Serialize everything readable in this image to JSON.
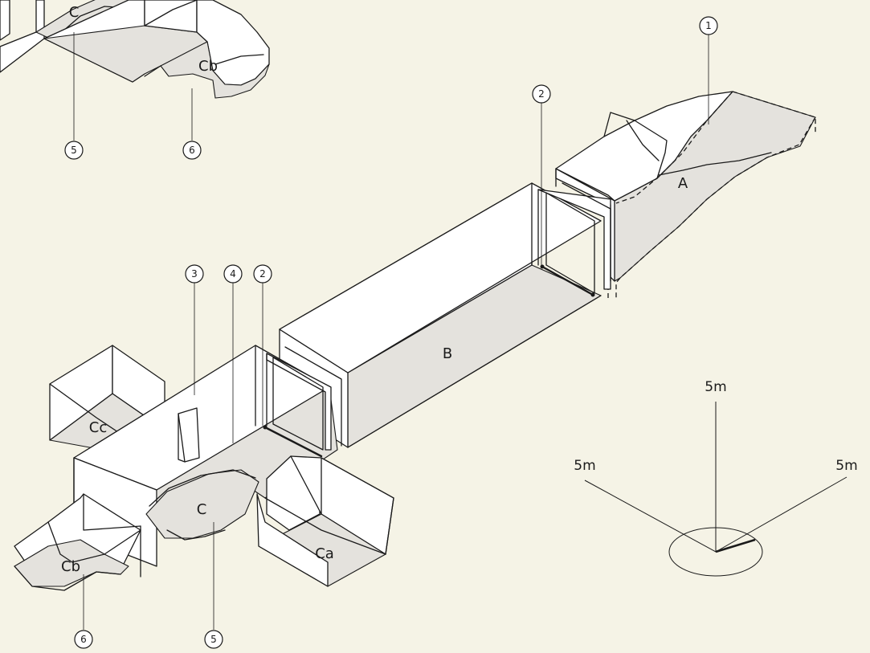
{
  "rooms": {
    "a": "A",
    "b": "B",
    "c_main": "C",
    "ca": "Ca",
    "cb_main": "Cb",
    "cc": "Cc",
    "c_inset": "C",
    "cb_inset": "Cb"
  },
  "callouts": {
    "c1": "1",
    "c2_top": "2",
    "c3": "3",
    "c4": "4",
    "c2_bottom": "2",
    "c5_inset": "5",
    "c6_inset": "6",
    "c5_main": "5",
    "c6_main": "6"
  },
  "scale": {
    "vertical": "5m",
    "left": "5m",
    "right": "5m"
  },
  "colors": {
    "background": "#f5f3e6",
    "floor": "#e4e2dd",
    "wall": "#ffffff",
    "line": "#1a1a1a"
  }
}
